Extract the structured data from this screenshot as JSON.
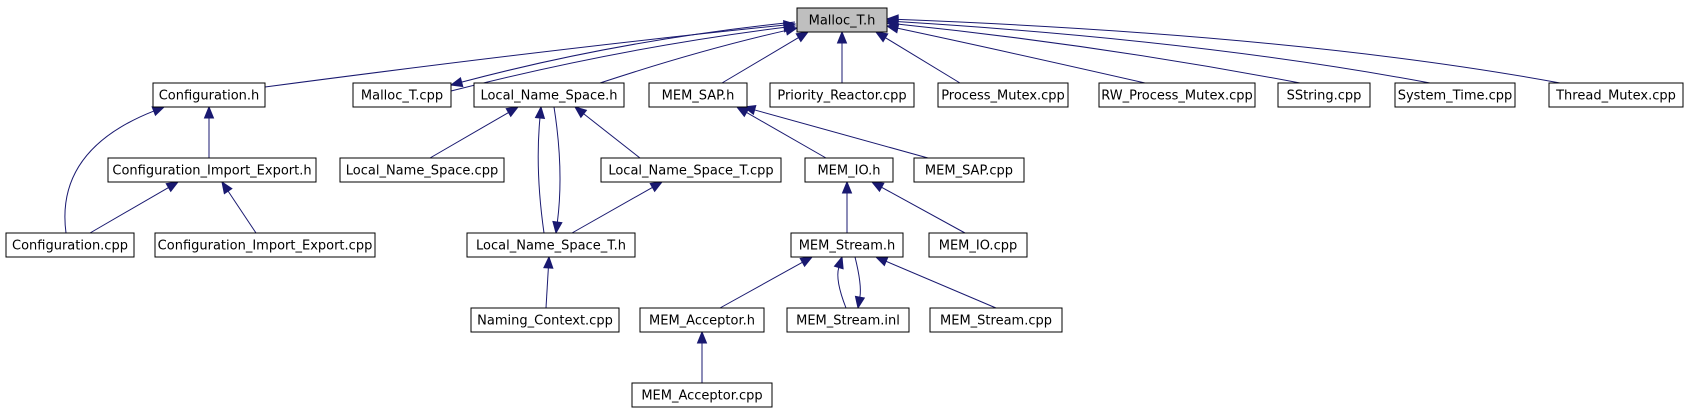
{
  "graph": {
    "nodes": [
      {
        "id": "malloc_t_h",
        "label": "Malloc_T.h",
        "root": true
      },
      {
        "id": "configuration_h",
        "label": "Configuration.h"
      },
      {
        "id": "malloc_t_cpp",
        "label": "Malloc_T.cpp"
      },
      {
        "id": "local_name_space_h",
        "label": "Local_Name_Space.h"
      },
      {
        "id": "mem_sap_h",
        "label": "MEM_SAP.h"
      },
      {
        "id": "priority_reactor_cpp",
        "label": "Priority_Reactor.cpp"
      },
      {
        "id": "process_mutex_cpp",
        "label": "Process_Mutex.cpp"
      },
      {
        "id": "rw_process_mutex_cpp",
        "label": "RW_Process_Mutex.cpp"
      },
      {
        "id": "sstring_cpp",
        "label": "SString.cpp"
      },
      {
        "id": "system_time_cpp",
        "label": "System_Time.cpp"
      },
      {
        "id": "thread_mutex_cpp",
        "label": "Thread_Mutex.cpp"
      },
      {
        "id": "configuration_import_export_h",
        "label": "Configuration_Import_Export.h"
      },
      {
        "id": "local_name_space_cpp",
        "label": "Local_Name_Space.cpp"
      },
      {
        "id": "local_name_space_t_cpp",
        "label": "Local_Name_Space_T.cpp"
      },
      {
        "id": "mem_io_h",
        "label": "MEM_IO.h"
      },
      {
        "id": "mem_sap_cpp",
        "label": "MEM_SAP.cpp"
      },
      {
        "id": "configuration_cpp",
        "label": "Configuration.cpp"
      },
      {
        "id": "configuration_import_export_cpp",
        "label": "Configuration_Import_Export.cpp"
      },
      {
        "id": "local_name_space_t_h",
        "label": "Local_Name_Space_T.h"
      },
      {
        "id": "mem_stream_h",
        "label": "MEM_Stream.h"
      },
      {
        "id": "mem_io_cpp",
        "label": "MEM_IO.cpp"
      },
      {
        "id": "naming_context_cpp",
        "label": "Naming_Context.cpp"
      },
      {
        "id": "mem_acceptor_h",
        "label": "MEM_Acceptor.h"
      },
      {
        "id": "mem_stream_inl",
        "label": "MEM_Stream.inl"
      },
      {
        "id": "mem_stream_cpp",
        "label": "MEM_Stream.cpp"
      },
      {
        "id": "mem_acceptor_cpp",
        "label": "MEM_Acceptor.cpp"
      }
    ],
    "edges": [
      {
        "from": "configuration_h",
        "to": "malloc_t_h"
      },
      {
        "from": "malloc_t_cpp",
        "to": "malloc_t_h"
      },
      {
        "from": "malloc_t_h",
        "to": "malloc_t_cpp"
      },
      {
        "from": "local_name_space_h",
        "to": "malloc_t_h"
      },
      {
        "from": "mem_sap_h",
        "to": "malloc_t_h"
      },
      {
        "from": "priority_reactor_cpp",
        "to": "malloc_t_h"
      },
      {
        "from": "process_mutex_cpp",
        "to": "malloc_t_h"
      },
      {
        "from": "rw_process_mutex_cpp",
        "to": "malloc_t_h"
      },
      {
        "from": "sstring_cpp",
        "to": "malloc_t_h"
      },
      {
        "from": "system_time_cpp",
        "to": "malloc_t_h"
      },
      {
        "from": "thread_mutex_cpp",
        "to": "malloc_t_h"
      },
      {
        "from": "configuration_import_export_h",
        "to": "configuration_h"
      },
      {
        "from": "configuration_cpp",
        "to": "configuration_h"
      },
      {
        "from": "configuration_cpp",
        "to": "configuration_import_export_h"
      },
      {
        "from": "configuration_import_export_cpp",
        "to": "configuration_import_export_h"
      },
      {
        "from": "local_name_space_cpp",
        "to": "local_name_space_h"
      },
      {
        "from": "local_name_space_t_h",
        "to": "local_name_space_h"
      },
      {
        "from": "local_name_space_h",
        "to": "local_name_space_t_h"
      },
      {
        "from": "local_name_space_t_cpp",
        "to": "local_name_space_h"
      },
      {
        "from": "local_name_space_t_h",
        "to": "local_name_space_t_cpp"
      },
      {
        "from": "naming_context_cpp",
        "to": "local_name_space_t_h"
      },
      {
        "from": "mem_io_h",
        "to": "mem_sap_h"
      },
      {
        "from": "mem_sap_cpp",
        "to": "mem_sap_h"
      },
      {
        "from": "mem_stream_h",
        "to": "mem_io_h"
      },
      {
        "from": "mem_io_cpp",
        "to": "mem_io_h"
      },
      {
        "from": "mem_acceptor_h",
        "to": "mem_stream_h"
      },
      {
        "from": "mem_stream_inl",
        "to": "mem_stream_h"
      },
      {
        "from": "mem_stream_h",
        "to": "mem_stream_inl"
      },
      {
        "from": "mem_stream_cpp",
        "to": "mem_stream_h"
      },
      {
        "from": "mem_acceptor_cpp",
        "to": "mem_acceptor_h"
      }
    ]
  }
}
